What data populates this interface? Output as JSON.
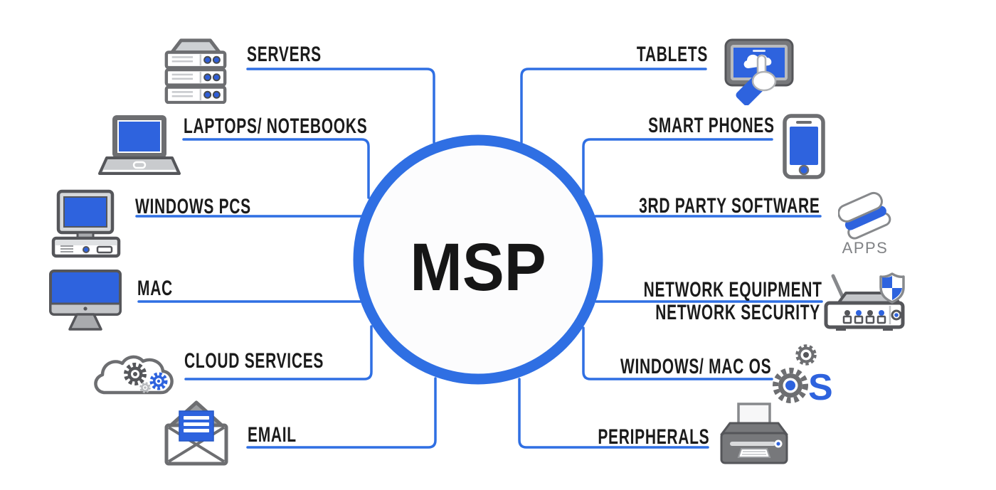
{
  "diagram": {
    "center": {
      "label": "MSP"
    },
    "colors": {
      "accent_blue": "#2f6fe3",
      "icon_blue": "#2e63de",
      "icon_gray": "#6d6e71",
      "icon_dark_gray": "#55565a",
      "text": "#1b1b1b",
      "apps_gray": "#808285"
    },
    "left_nodes": [
      {
        "label": "SERVERS",
        "icon": "server-stack"
      },
      {
        "label": "LAPTOPS/ NOTEBOOKS",
        "icon": "laptop"
      },
      {
        "label": "WINDOWS PCS",
        "icon": "desktop-pc"
      },
      {
        "label": "MAC",
        "icon": "imac"
      },
      {
        "label": "CLOUD SERVICES",
        "icon": "cloud-gears"
      },
      {
        "label": "EMAIL",
        "icon": "open-envelope"
      }
    ],
    "right_nodes": [
      {
        "label": "TABLETS",
        "icon": "tablet-touch"
      },
      {
        "label": "SMART PHONES",
        "icon": "smartphone"
      },
      {
        "label": "3RD PARTY SOFTWARE",
        "icon": "stacked-books",
        "caption": "APPS"
      },
      {
        "label": "NETWORK EQUIPMENT",
        "sublabel": "NETWORK SECURITY",
        "icon": "router-shield"
      },
      {
        "label": "WINDOWS/ MAC OS",
        "icon": "os-gears",
        "os_letter": "S"
      },
      {
        "label": "PERIPHERALS",
        "icon": "printer"
      }
    ]
  }
}
